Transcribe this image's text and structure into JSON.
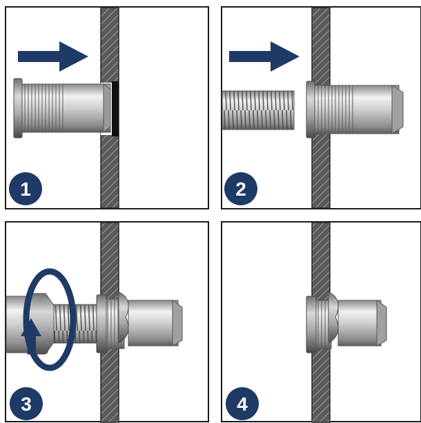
{
  "diagram": {
    "steps": [
      {
        "number": "1"
      },
      {
        "number": "2"
      },
      {
        "number": "3"
      },
      {
        "number": "4"
      }
    ]
  },
  "colors": {
    "frame": "#1a1a1a",
    "badge": "#1f3a66",
    "arrow": "#1f3a66",
    "wall_fill": "#5a5a5a",
    "wall_hatch": "#9a9a9a",
    "metal_light": "#e8e8e8",
    "metal_mid": "#b8b8b8",
    "metal_dark": "#6e6e6e"
  },
  "icons": {
    "push_arrow": "arrow-right-icon",
    "rotate": "rotate-icon",
    "badge": "numbered-circle-icon"
  }
}
